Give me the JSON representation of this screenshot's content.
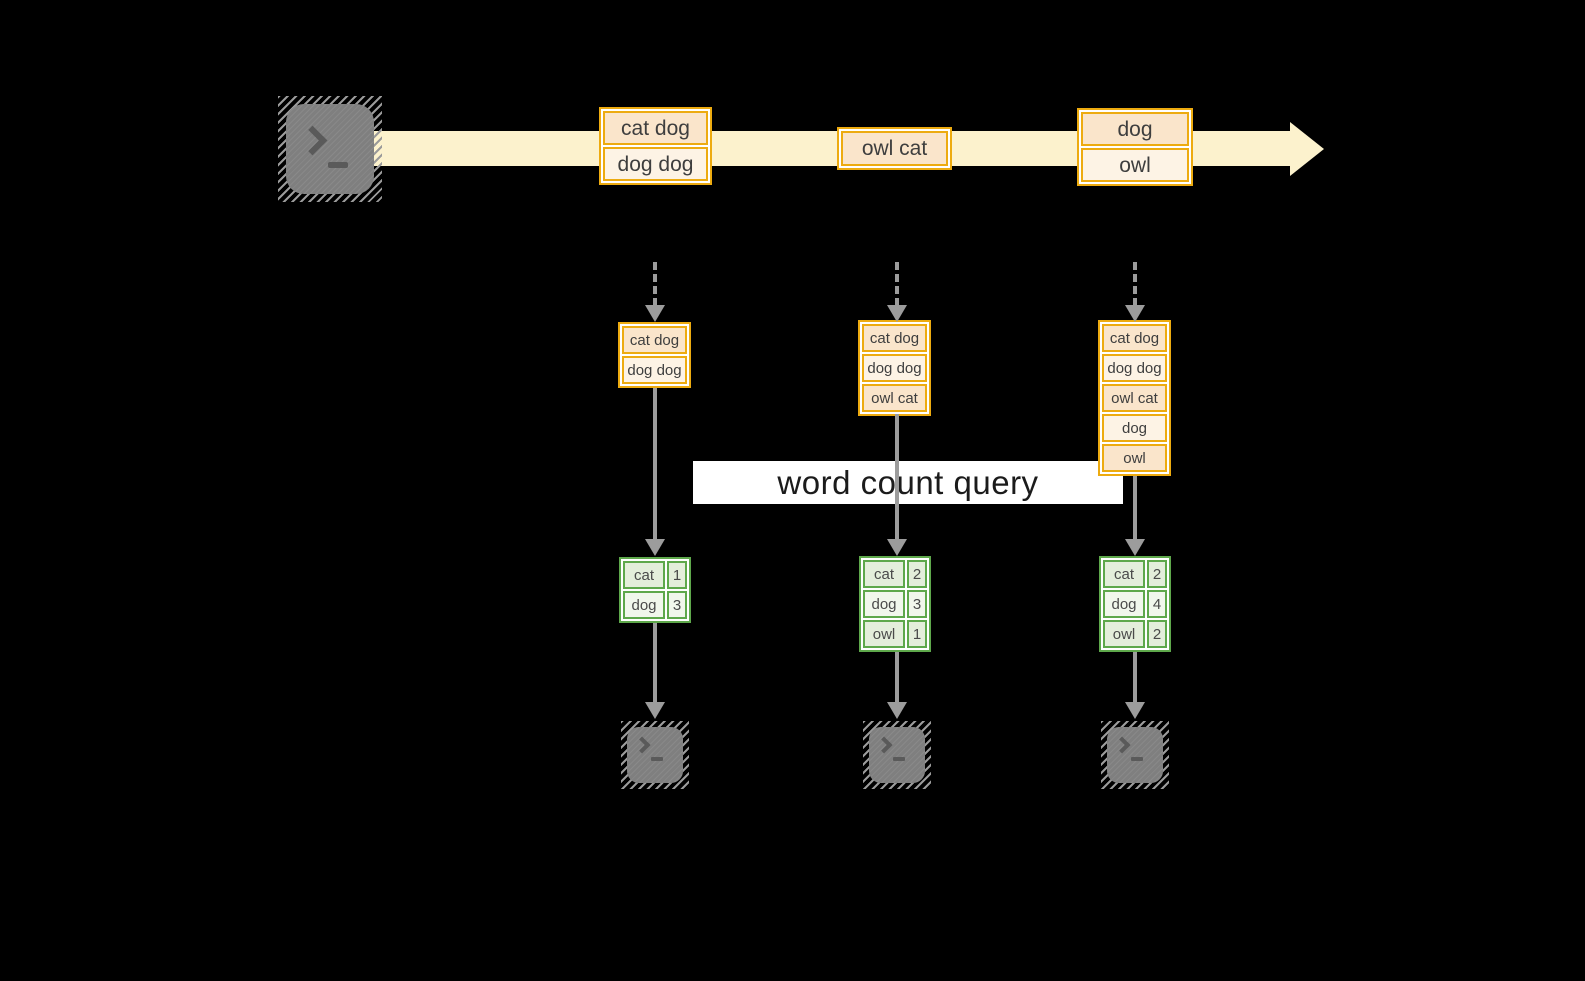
{
  "diagram": {
    "title_hint": "streaming word count pipeline",
    "query": {
      "label": "word count query"
    },
    "stream": {
      "events": [
        {
          "lines": [
            "cat dog",
            "dog dog"
          ]
        },
        {
          "lines": [
            "owl cat"
          ]
        },
        {
          "lines": [
            "dog",
            "owl"
          ]
        }
      ]
    },
    "states": [
      {
        "lines": [
          "cat dog",
          "dog dog"
        ]
      },
      {
        "lines": [
          "cat dog",
          "dog dog",
          "owl cat"
        ]
      },
      {
        "lines": [
          "cat dog",
          "dog dog",
          "owl cat",
          "dog",
          "owl"
        ]
      }
    ],
    "tables": [
      {
        "rows": [
          {
            "word": "cat",
            "count": "1"
          },
          {
            "word": "dog",
            "count": "3"
          }
        ]
      },
      {
        "rows": [
          {
            "word": "cat",
            "count": "2"
          },
          {
            "word": "dog",
            "count": "3"
          },
          {
            "word": "owl",
            "count": "1"
          }
        ]
      },
      {
        "rows": [
          {
            "word": "cat",
            "count": "2"
          },
          {
            "word": "dog",
            "count": "4"
          },
          {
            "word": "owl",
            "count": "2"
          }
        ]
      }
    ],
    "icons": {
      "source": "terminal-icon",
      "sinks": [
        "terminal-icon",
        "terminal-icon",
        "terminal-icon"
      ]
    },
    "colors": {
      "background": "#000000",
      "stream_band": "#fcf2cd",
      "box_border_gold": "#edab10",
      "box_fill_dark": "#fae5cb",
      "box_fill_light": "#fdf3e5",
      "table_border_green": "#5ea84b",
      "table_fill_dark": "#e4eedb",
      "table_fill_light": "#f1f7ec",
      "arrow_gray": "#9c9c9c",
      "terminal_gray": "#7f7f7f",
      "query_band_bg": "#ffffff",
      "query_text": "#1b1b1b"
    }
  }
}
